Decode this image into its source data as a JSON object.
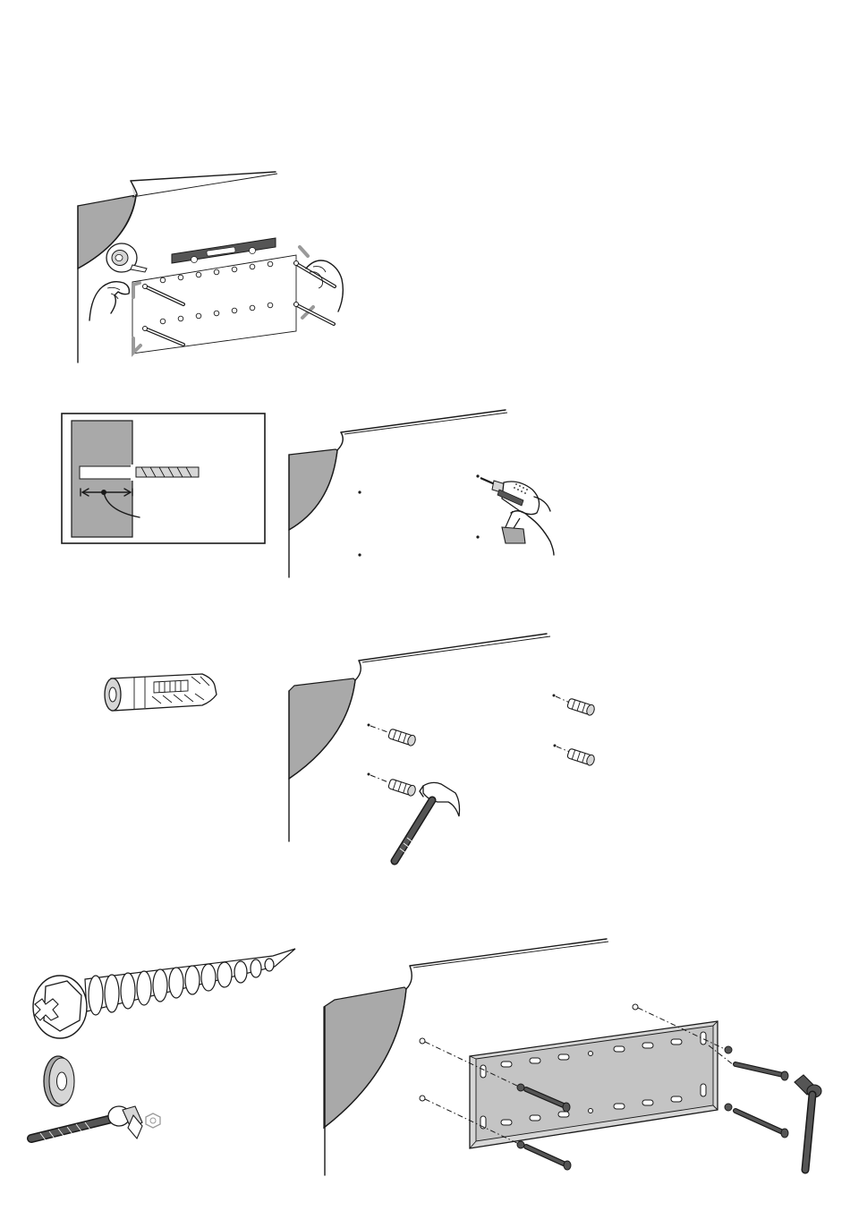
{
  "page": {
    "background": "#ffffff"
  },
  "colors": {
    "line": "#1a1a1a",
    "wall_grey": "#a9a9a9",
    "wall_light": "#d6d6d6",
    "tool_dark": "#555555",
    "accent_grey": "#9a9a9a"
  },
  "steps": [
    {
      "id": "mark-holes",
      "icons": [
        "tape-roll-icon",
        "spirit-level-icon",
        "wall-plate-template-icon",
        "pencil-icon",
        "hand-icon"
      ]
    },
    {
      "id": "drill-holes",
      "icons": [
        "drill-depth-detail-icon",
        "drill-bit-icon",
        "power-drill-icon"
      ]
    },
    {
      "id": "insert-anchors",
      "icons": [
        "wall-anchor-icon",
        "hammer-icon"
      ]
    },
    {
      "id": "fasten-plate",
      "icons": [
        "lag-screw-icon",
        "washer-icon",
        "ratchet-wrench-icon",
        "wall-plate-icon"
      ]
    }
  ]
}
